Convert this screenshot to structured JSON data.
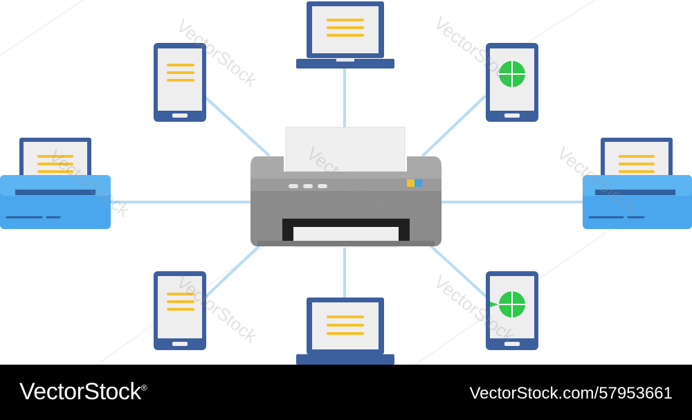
{
  "diagram": {
    "hub": {
      "name": "printer",
      "icon": "printer-icon"
    },
    "connector_color": "#b9dcf3",
    "devices": [
      {
        "id": "laptop-top",
        "type": "laptop",
        "content": "document"
      },
      {
        "id": "tablet-top-left",
        "type": "tablet",
        "content": "document"
      },
      {
        "id": "tablet-top-right",
        "type": "tablet",
        "content": "pie-chart"
      },
      {
        "id": "scanner-left",
        "type": "scanner",
        "content": "document"
      },
      {
        "id": "scanner-right",
        "type": "scanner",
        "content": "document"
      },
      {
        "id": "tablet-bottom-left",
        "type": "tablet",
        "content": "document"
      },
      {
        "id": "tablet-bottom-right",
        "type": "tablet",
        "content": "pie-chart"
      },
      {
        "id": "laptop-bottom",
        "type": "laptop",
        "content": "document"
      }
    ]
  },
  "colors": {
    "device_frame": "#3c5f9d",
    "screen": "#eeeeee",
    "doc_lines": "#f6c02c",
    "pie": "#2ec84a",
    "scanner_body": "#4aa7ee",
    "printer_body": "#8b8b8b",
    "printer_top": "#a9a9a9",
    "led_yellow": "#f6c02c",
    "led_blue": "#3fa3e6"
  },
  "watermark": {
    "text": "VectorStock"
  },
  "footer": {
    "brand": "VectorStock",
    "registered": "®",
    "image_id": "VectorStock.com/57953661"
  }
}
